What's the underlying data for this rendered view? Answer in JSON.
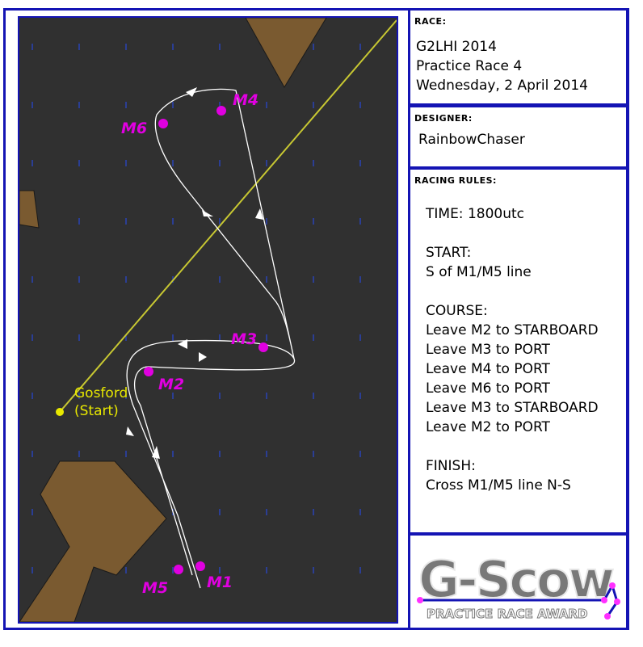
{
  "map": {
    "marks": [
      {
        "id": "M1",
        "label": "M1"
      },
      {
        "id": "M2",
        "label": "M2"
      },
      {
        "id": "M3",
        "label": "M3"
      },
      {
        "id": "M4",
        "label": "M4"
      },
      {
        "id": "M5",
        "label": "M5"
      },
      {
        "id": "M6",
        "label": "M6"
      }
    ],
    "start_place": {
      "name": "Gosford",
      "note": "(Start)"
    },
    "colors": {
      "water": "#303030",
      "land": "#7a5a30",
      "route": "#ffffff",
      "marks": "#e000e0",
      "start_line": "#c8c832",
      "start_place": "#e8e800",
      "wind": "#2848d8",
      "border": "#1414b4"
    }
  },
  "race": {
    "heading": "RACE:",
    "lines": [
      "G2LHI 2014",
      "Practice Race 4",
      "Wednesday, 2 April 2014"
    ]
  },
  "designer": {
    "heading": "DESIGNER:",
    "name": "RainbowChaser"
  },
  "rules": {
    "heading": "RACING RULES:",
    "time": "TIME: 1800utc",
    "start_title": "START:",
    "start_text": "S of M1/M5 line",
    "course_title": "COURSE:",
    "course": [
      "Leave M2 to STARBOARD",
      "Leave M3 to PORT",
      "Leave M4 to PORT",
      "Leave M6 to PORT",
      "Leave M3 to STARBOARD",
      "Leave M2 to PORT"
    ],
    "finish_title": "FINISH:",
    "finish_text": "Cross M1/M5 line N-S"
  },
  "award": {
    "logo_text": "G-Scow",
    "subtitle": "PRACTICE RACE AWARD"
  }
}
